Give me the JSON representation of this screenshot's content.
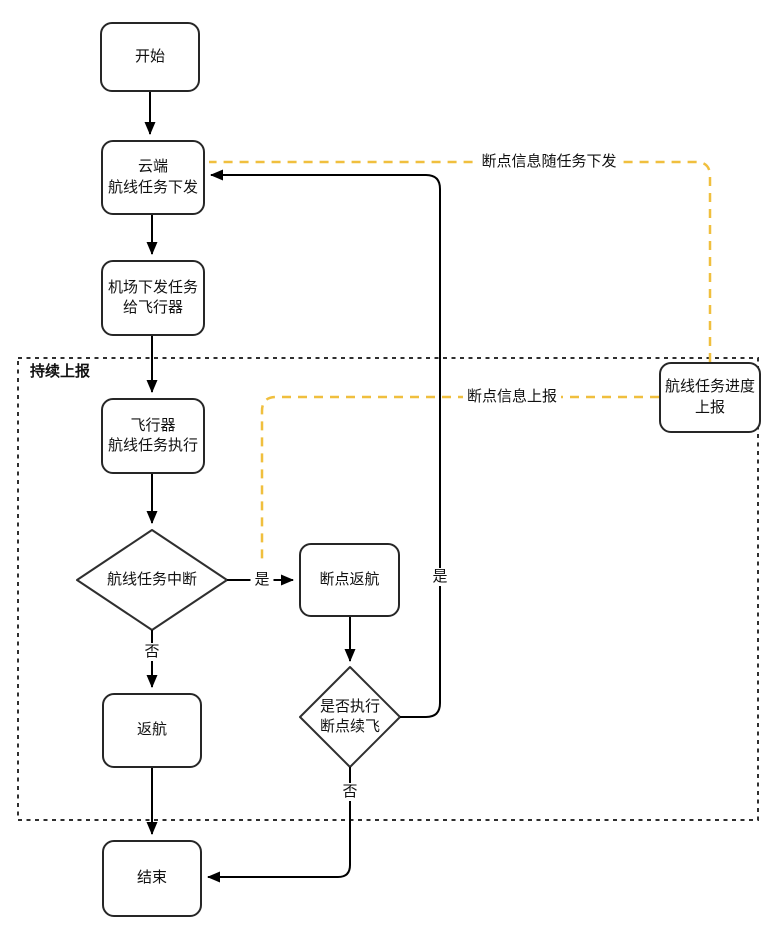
{
  "diagram": {
    "container_label": "持续上报",
    "nodes": {
      "start": "开始",
      "cloud_dispatch": "云端\n航线任务下发",
      "airport_dispatch": "机场下发任务\n给飞行器",
      "aircraft_execute": "飞行器\n航线任务执行",
      "mission_interrupted": "航线任务中断",
      "breakpoint_return": "断点返航",
      "resume_decision": "是否执行\n断点续飞",
      "return_home": "返航",
      "end": "结束",
      "progress_report": "航线任务进度\n上报"
    },
    "edge_labels": {
      "interrupted_yes": "是",
      "interrupted_no": "否",
      "resume_yes": "是",
      "resume_no": "否",
      "breakpoint_info_with_task": "断点信息随任务下发",
      "breakpoint_info_report": "断点信息上报"
    },
    "colors": {
      "accent_dashed": "#F0BF3E",
      "edge": "#000000",
      "node_border": "#262626",
      "background": "#FFFFFF"
    }
  }
}
